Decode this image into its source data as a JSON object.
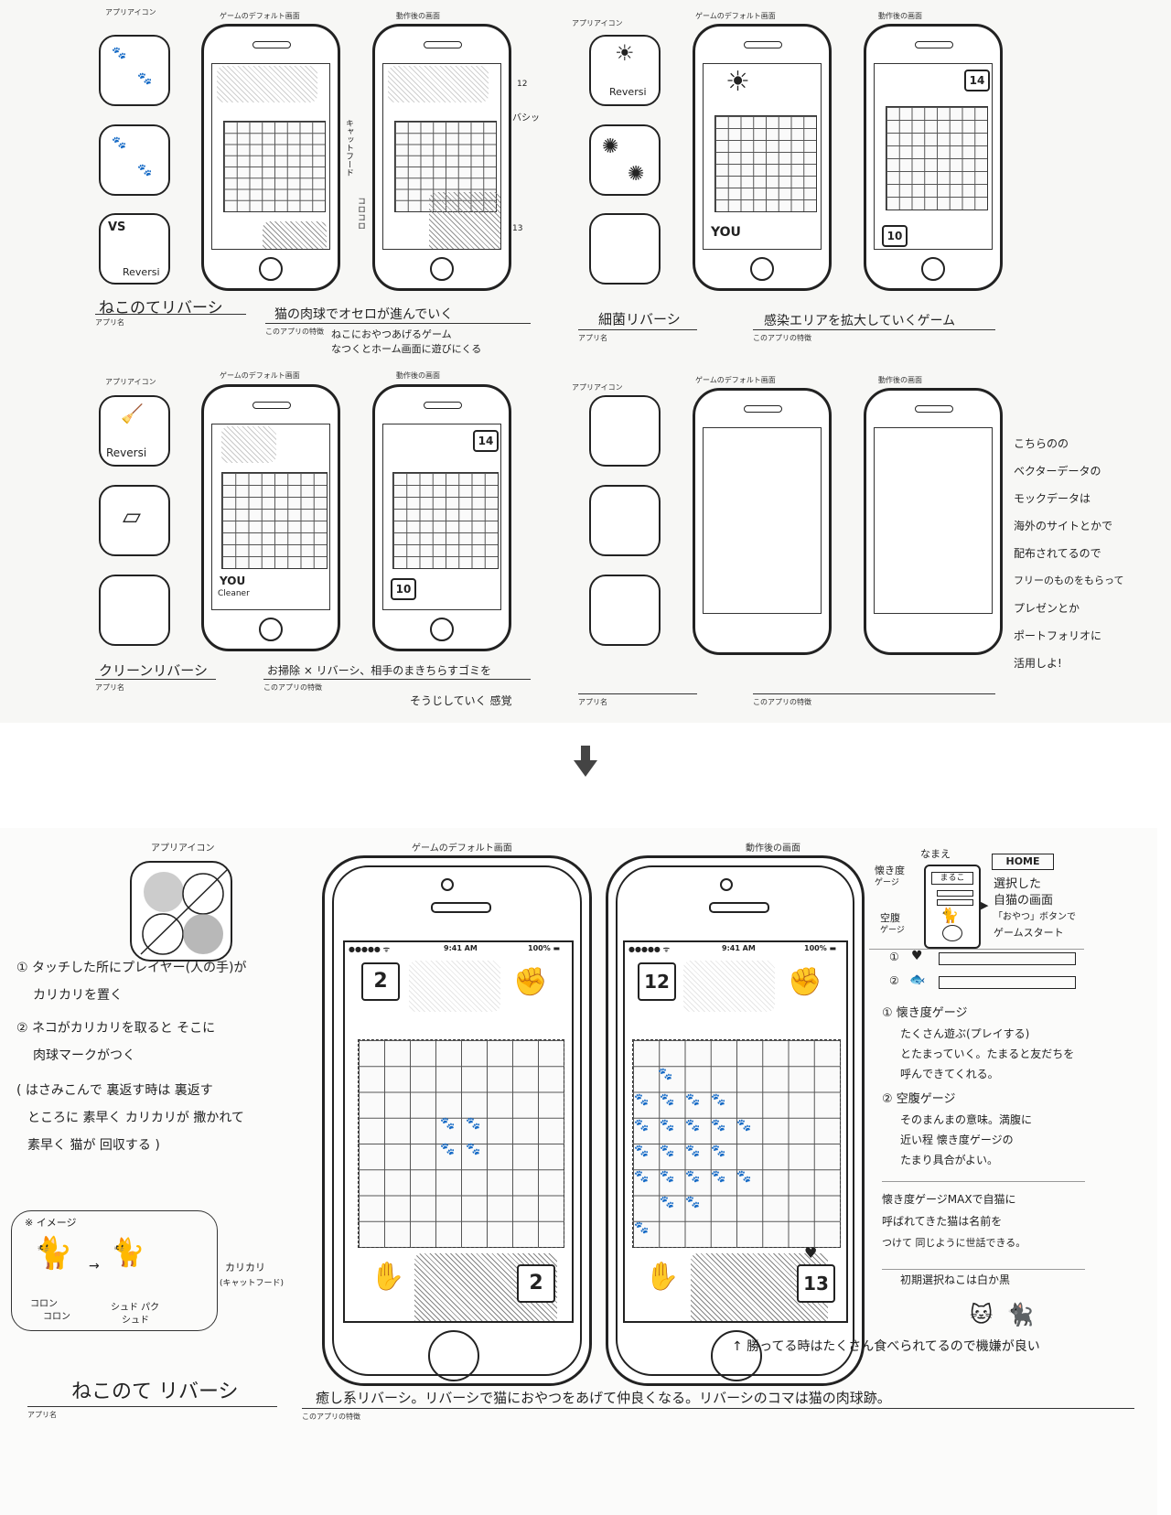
{
  "headers": {
    "app_icon": "アプリアイコン",
    "default_screen": "ゲームのデフォルト画面",
    "after_screen": "動作後の画面",
    "app_name": "アプリ名",
    "app_feature": "このアプリの特徴"
  },
  "apps": [
    {
      "name": "ねこのてリバーシ",
      "feature": "猫の肉球でオセロが進んでいく",
      "note_line1": "ねこにおやつあげるゲーム",
      "note_line2": "なつくとホーム画面に遊びにくる",
      "icon_text": "Reversi",
      "icon_vs": "VS",
      "annot_catfood": "キャットフード",
      "annot_korokoro": "コロコロ",
      "annot_bashi": "バシッ",
      "annot_12": "12",
      "annot_13": "13"
    },
    {
      "name": "細菌リバーシ",
      "feature": "感染エリアを拡大していくゲーム",
      "icon_text": "Reversi",
      "badge_top": "14",
      "badge_bottom": "10",
      "you": "YOU"
    },
    {
      "name": "クリーンリバーシ",
      "feature_line1": "お掃除 × リバーシ、相手のまきちらすゴミを",
      "feature_line2": "そうじしていく 感覚",
      "icon_text": "Reversi",
      "badge_top": "14",
      "badge_bottom": "10",
      "you": "YOU",
      "cleaner": "Cleaner"
    }
  ],
  "side_note": [
    "こちらのの",
    "ベクターデータの",
    "モックデータは",
    "海外のサイトとかで",
    "配布されてるので",
    "フリーのものをもらって",
    "プレゼンとか",
    "ポートフォリオに",
    "活用しよ!"
  ],
  "detail": {
    "status_carrier": "●●●●● ᯤ",
    "status_time": "9:41 AM",
    "status_battery": "100% ▬",
    "default_badge_top": "2",
    "default_badge_bottom": "2",
    "after_badge_top": "12",
    "after_badge_bottom": "13",
    "left_notes": [
      "① タッチした所にプレイヤー(人の手)が",
      "カリカリを置く",
      "② ネコがカリカリを取ると そこに",
      "肉球マークがつく",
      "( はさみこんで 裏返す時は 裏返す",
      "ところに 素早く カリカリが 撒かれて",
      "素早く 猫が 回収する )"
    ],
    "image_label": "※ イメージ",
    "korokoro1": "コロン",
    "korokoro2": "コロン",
    "shudo1": "シュド パク",
    "shudo2": "シュド",
    "karikari_label": "カリカリ",
    "karikari_sub": "(キャットフード)",
    "home_title": "HOME",
    "name_label": "なまえ",
    "affection_label": "懐き度",
    "affection_sub": "ゲージ",
    "hunger_label": "空腹",
    "hunger_sub": "ゲージ",
    "card_name": "まるこ",
    "home_desc_line1": "選択した",
    "home_desc_line2": "自猫の画面",
    "home_desc_line3": "「おやつ」ボタンで",
    "home_desc_line4": "ゲームスタート",
    "gauge1_num": "①",
    "gauge2_num": "②",
    "right_notes": [
      "① 懐き度ゲージ",
      "たくさん遊ぶ(プレイする)",
      "とたまっていく。たまると友だちを",
      "呼んできてくれる。",
      "② 空腹ゲージ",
      "そのまんまの意味。満腹に",
      "近い程 懐き度ゲージの",
      "たまり具合がよい。",
      "懐き度ゲージMAXで自猫に",
      "呼ばれてきた猫は名前を",
      "つけて 同じように世話できる。",
      "初期選択ねこは白か黒"
    ],
    "bottom_caption": "↑ 勝ってる時はたくさん食べられてるので機嫌が良い",
    "app_name": "ねこのて リバーシ",
    "app_feature": "癒し系リバーシ。リバーシで猫におやつをあげて仲良くなる。リバーシのコマは猫の肉球跡。"
  }
}
